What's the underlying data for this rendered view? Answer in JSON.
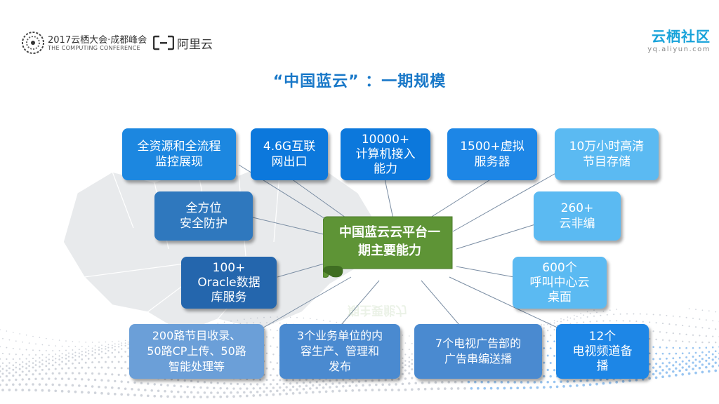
{
  "header": {
    "conference_line1": "2017云栖大会·成都峰会",
    "conference_line2": "THE COMPUTING CONFERENCE",
    "aliyun_logo_text": "阿里云",
    "community_name": "云栖社区",
    "community_url": "yq.aliyun.com"
  },
  "slide": {
    "title": "“中国蓝云” ：一期规模"
  },
  "diagram": {
    "center": {
      "line1": "中国蓝云云平台一",
      "line2": "期主要能力"
    },
    "nodes": [
      {
        "lines": [
          "全资源和全流程",
          "监控展现"
        ]
      },
      {
        "lines": [
          "4.6G互联",
          "网出口"
        ]
      },
      {
        "lines": [
          "10000+",
          "计算机接入",
          "能力"
        ]
      },
      {
        "lines": [
          "1500+虚拟",
          "服务器"
        ]
      },
      {
        "lines": [
          "10万小时高清",
          "节目存储"
        ]
      },
      {
        "lines": [
          "全方位",
          "安全防护"
        ]
      },
      {
        "lines": [
          "260+",
          "云非编"
        ]
      },
      {
        "lines": [
          "100+",
          "Oracle数据",
          "库服务"
        ]
      },
      {
        "lines": [
          "600个",
          "呼叫中心云",
          "桌面"
        ]
      },
      {
        "lines": [
          "200路节目收录、",
          "50路CP上传、50路",
          "智能处理等"
        ]
      },
      {
        "lines": [
          "3个业务单位的内",
          "容生产、管理和",
          "发布"
        ]
      },
      {
        "lines": [
          "7个电视广告部的",
          "广告串编送播"
        ]
      },
      {
        "lines": [
          "12个",
          "电视频道备",
          "播"
        ]
      }
    ]
  }
}
